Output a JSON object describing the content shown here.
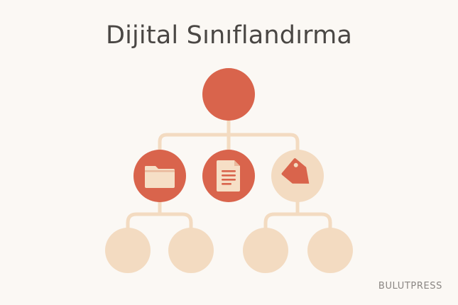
{
  "title": "Dijital Sınıflandırma",
  "brand": "BULUTPRESS",
  "colors": {
    "background": "#fbf8f4",
    "accent": "#d9644c",
    "light": "#f3dbc1",
    "icon_fill": "#f6dfc6",
    "text": "#4a4744"
  },
  "tree": {
    "root": {
      "icon": "none",
      "tone": "accent"
    },
    "level1": [
      {
        "icon": "folder-icon",
        "tone": "accent"
      },
      {
        "icon": "document-icon",
        "tone": "accent"
      },
      {
        "icon": "tag-icon",
        "tone": "light"
      }
    ],
    "level2": [
      {
        "parent": "folder-icon",
        "tone": "light"
      },
      {
        "parent": "folder-icon",
        "tone": "light"
      },
      {
        "parent": "tag-icon",
        "tone": "light"
      },
      {
        "parent": "tag-icon",
        "tone": "light"
      }
    ]
  }
}
